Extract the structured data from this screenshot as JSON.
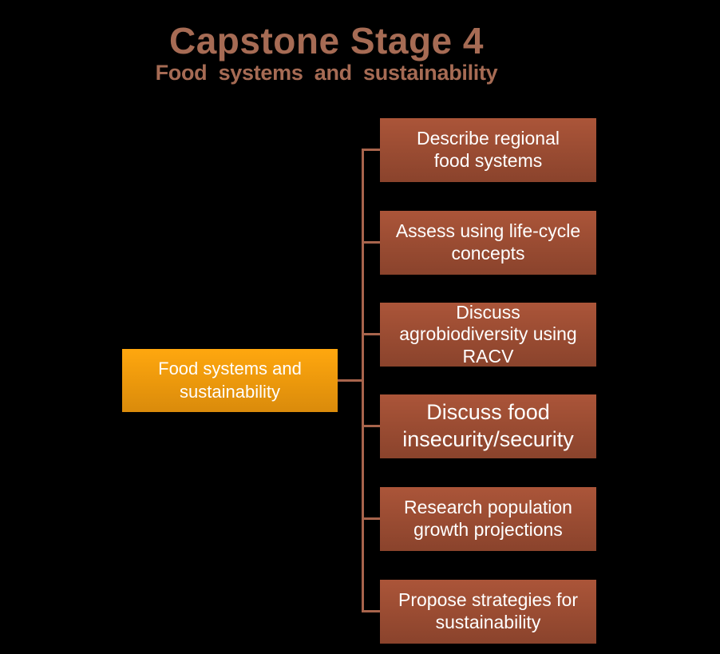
{
  "slide": {
    "title": "Capstone Stage 4",
    "subtitle": "Food systems and sustainability"
  },
  "diagram": {
    "root": {
      "label": "Food systems and\nsustainability"
    },
    "items": [
      {
        "label": "Describe regional\nfood systems"
      },
      {
        "label": "Assess using life-cycle\nconcepts"
      },
      {
        "label": "Discuss\nagrobiodiversity using\nRACV"
      },
      {
        "label": "Discuss food\ninsecurity/security"
      },
      {
        "label": "Research population\ngrowth projections"
      },
      {
        "label": "Propose strategies for\nsustainability"
      }
    ]
  },
  "colors": {
    "background": "#000000",
    "title_text": "#A66B54",
    "connector": "#A8644C",
    "root_gradient_top": "#FFA70E",
    "root_gradient_bottom": "#DA8B0B",
    "node_gradient_top": "#AB5539",
    "node_gradient_bottom": "#8A432C",
    "node_text": "#FFFFFF"
  }
}
